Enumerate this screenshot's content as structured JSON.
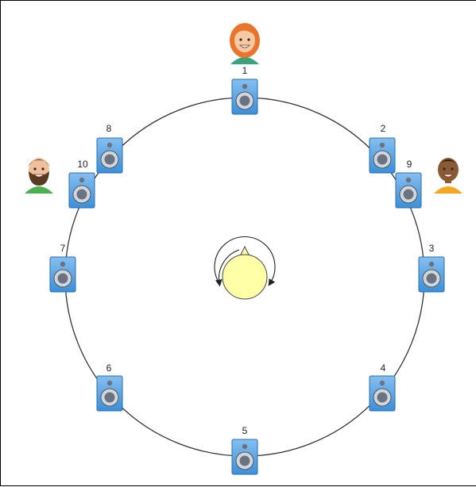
{
  "colors": {
    "ring": "#333333",
    "speaker_body_light": "#86bff0",
    "speaker_body_dark": "#3b8fd9",
    "speaker_edge": "#2a6fb0",
    "speaker_cone": "#6b7280",
    "listener_head": "#ffffa8",
    "listener_edge": "#444444"
  },
  "speakers": [
    {
      "label": "1"
    },
    {
      "label": "2"
    },
    {
      "label": "3"
    },
    {
      "label": "4"
    },
    {
      "label": "5"
    },
    {
      "label": "6"
    },
    {
      "label": "7"
    },
    {
      "label": "8"
    },
    {
      "label": "9"
    },
    {
      "label": "10"
    }
  ],
  "people": [
    {
      "name": "woman-avatar",
      "hair": "#e9742b",
      "skin": "#f6c9a2",
      "shirt": "#3aa37b"
    },
    {
      "name": "man-avatar-left",
      "hair": "#5a3a22",
      "skin": "#f1c09a",
      "shirt": "#4caf50"
    },
    {
      "name": "man-avatar-right",
      "hair": "#2e1c12",
      "skin": "#8a5a35",
      "shirt": "#f5a623"
    }
  ],
  "listener": {
    "name": "listener-head-icon",
    "rotation": "rotation-arrows-icon"
  }
}
